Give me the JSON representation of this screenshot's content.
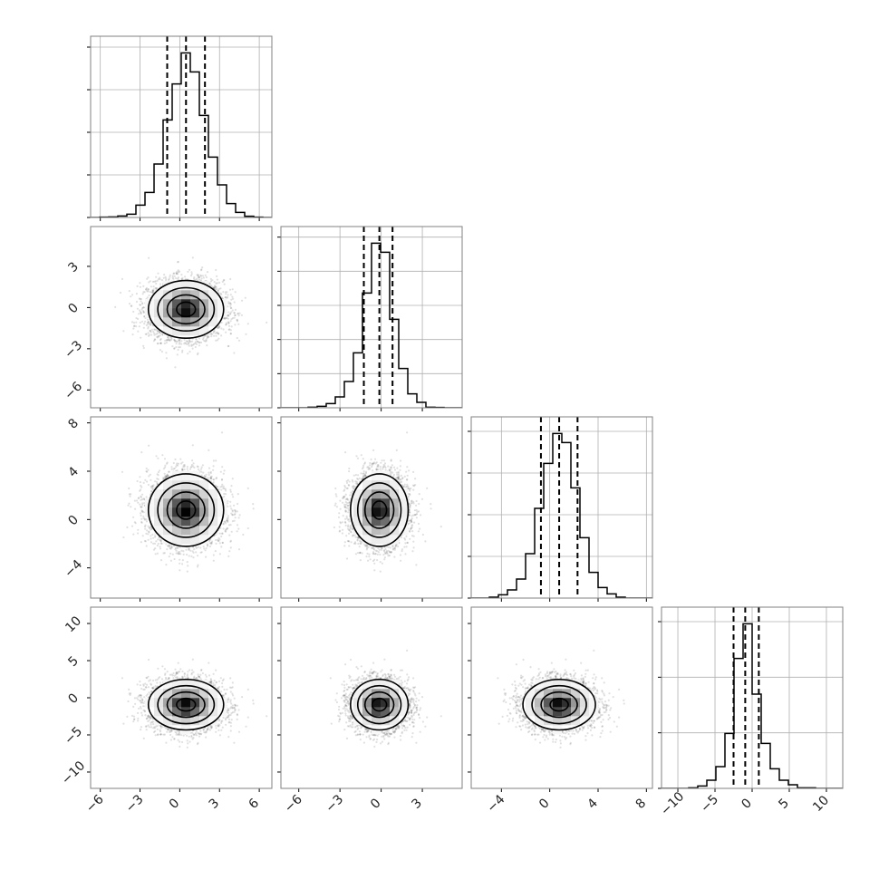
{
  "chart_data": {
    "type": "corner",
    "title": "",
    "n_samples_per_panel": 4000,
    "contour_sigma_levels": [
      0.5,
      1,
      1.5,
      2
    ],
    "colors": {
      "line": "#000000",
      "grid": "#b0b0b0",
      "frame": "#808080",
      "points": "#000000"
    },
    "variables": [
      {
        "range": [
          -6.73,
          6.95
        ],
        "ticks": [
          -6,
          -3,
          0,
          3,
          6
        ],
        "tick_labels": [
          "−6",
          "−3",
          "0",
          "3",
          "6"
        ],
        "mean": 0.47,
        "sd": 1.42,
        "quantiles": [
          -0.95,
          0.47,
          1.9
        ],
        "hist": [
          0,
          1,
          2,
          5,
          11,
          41,
          83,
          177,
          323,
          442,
          545,
          482,
          338,
          200,
          108,
          46,
          17,
          4,
          1,
          0
        ],
        "hist_ymax": 600,
        "hist_ytick_step": 141
      },
      {
        "range": [
          -7.3,
          5.9
        ],
        "ticks": [
          -6,
          -3,
          0,
          3
        ],
        "tick_labels": [
          "−6",
          "−3",
          "0",
          "3"
        ],
        "mean": -0.13,
        "sd": 1.05,
        "quantiles": [
          -1.26,
          -0.13,
          0.83
        ],
        "hist": [
          0,
          0,
          0,
          2,
          5,
          14,
          36,
          87,
          182,
          380,
          545,
          515,
          293,
          130,
          46,
          18,
          2,
          1,
          0,
          0
        ],
        "hist_ymax": 600,
        "hist_ytick_step": 113
      },
      {
        "range": [
          -6.5,
          8.5
        ],
        "ticks": [
          -4,
          0,
          4,
          8
        ],
        "tick_labels": [
          "−4",
          "0",
          "4",
          "8"
        ],
        "mean": 0.78,
        "sd": 1.5,
        "quantiles": [
          -0.73,
          0.78,
          2.3
        ],
        "hist": [
          0,
          0,
          3,
          11,
          27,
          63,
          147,
          297,
          446,
          545,
          515,
          365,
          200,
          85,
          35,
          14,
          3,
          0,
          0,
          0
        ],
        "hist_ymax": 600,
        "hist_ytick_step": 138
      },
      {
        "range": [
          -12.2,
          12.2
        ],
        "ticks": [
          -10,
          -5,
          0,
          5,
          10
        ],
        "tick_labels": [
          "−10",
          "−5",
          "0",
          "5",
          "10"
        ],
        "mean": -0.93,
        "sd": 1.7,
        "quantiles": [
          -2.5,
          -0.93,
          0.9
        ],
        "hist": [
          0,
          0,
          0,
          2,
          8,
          27,
          72,
          182,
          430,
          545,
          312,
          149,
          65,
          27,
          12,
          2,
          2,
          0,
          0,
          0
        ],
        "hist_ymax": 600,
        "hist_ytick_step": 184
      }
    ]
  }
}
